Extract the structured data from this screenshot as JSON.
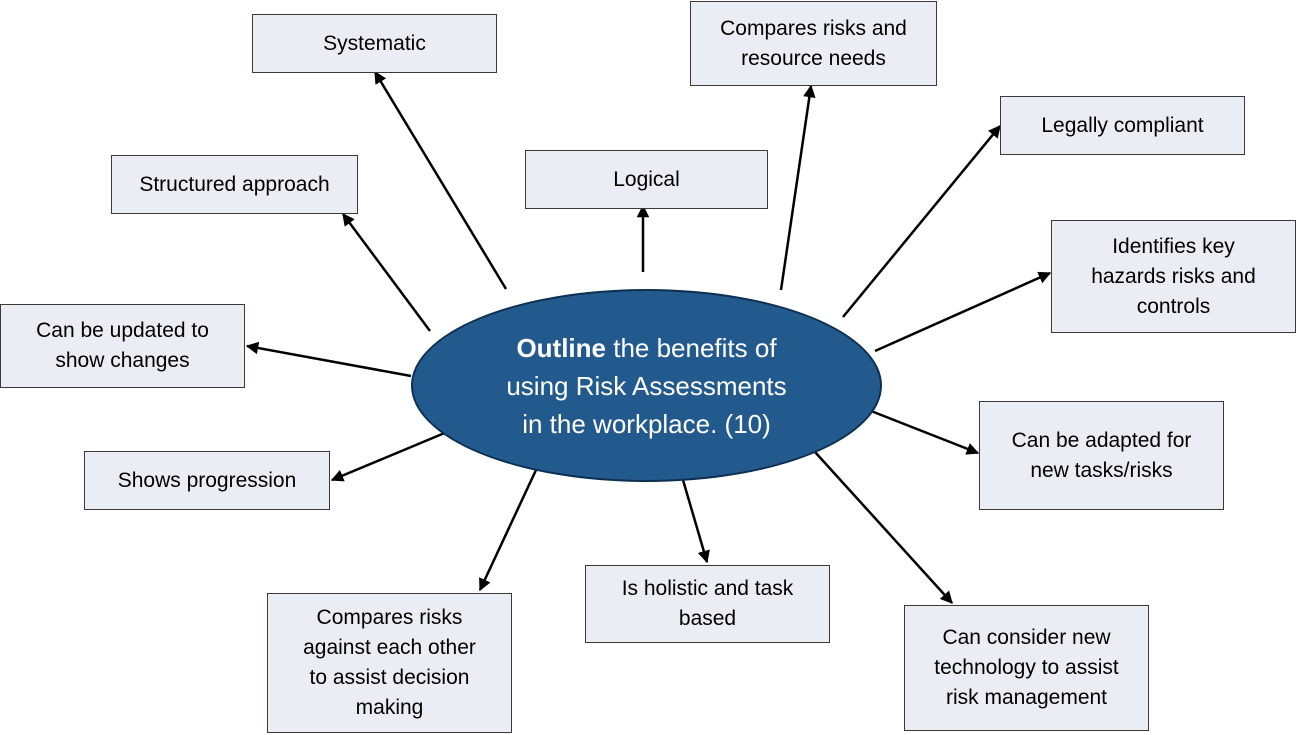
{
  "colors": {
    "hub_fill": "#235a8e",
    "box_fill": "#eaeef4",
    "arrow": "#000000"
  },
  "hub": {
    "keyword": "Outline",
    "line1_rest": " the benefits of",
    "line2": "using Risk Assessments",
    "line3": "in the workplace. (10)"
  },
  "nodes": [
    {
      "id": "systematic",
      "lines": [
        "Systematic"
      ]
    },
    {
      "id": "compares-risks-resources",
      "lines": [
        "Compares risks and",
        "resource needs"
      ]
    },
    {
      "id": "legally-compliant",
      "lines": [
        "Legally compliant"
      ]
    },
    {
      "id": "structured-approach",
      "lines": [
        "Structured approach"
      ]
    },
    {
      "id": "logical",
      "lines": [
        "Logical"
      ]
    },
    {
      "id": "identifies-hazards",
      "lines": [
        "Identifies key",
        "hazards risks and",
        "controls"
      ]
    },
    {
      "id": "can-be-updated",
      "lines": [
        "Can be updated to",
        "show changes"
      ]
    },
    {
      "id": "can-be-adapted",
      "lines": [
        "Can be adapted for",
        "new tasks/risks"
      ]
    },
    {
      "id": "shows-progression",
      "lines": [
        "Shows progression"
      ]
    },
    {
      "id": "is-holistic",
      "lines": [
        "Is holistic and task",
        "based"
      ]
    },
    {
      "id": "compares-against-each-other",
      "lines": [
        "Compares risks",
        "against each other",
        "to assist decision",
        "making"
      ]
    },
    {
      "id": "new-technology",
      "lines": [
        "Can consider new",
        "technology to assist",
        "risk management"
      ]
    }
  ]
}
